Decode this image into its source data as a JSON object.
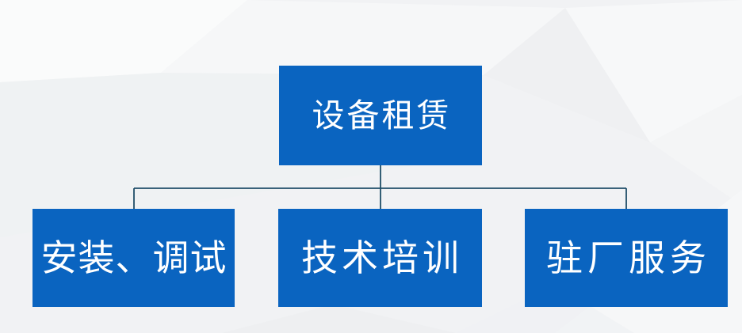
{
  "diagram": {
    "type": "org-chart",
    "root": {
      "id": "equipment-rental",
      "label": "设备租赁"
    },
    "children": [
      {
        "id": "install-debug",
        "label": "安装、调试"
      },
      {
        "id": "technical-training",
        "label": "技术培训"
      },
      {
        "id": "onsite-service",
        "label": "驻厂服务"
      }
    ],
    "colors": {
      "box_fill": "#0a64c0",
      "box_text": "#ffffff",
      "connector": "#1f4e68",
      "background": "#f1f2f4"
    }
  }
}
